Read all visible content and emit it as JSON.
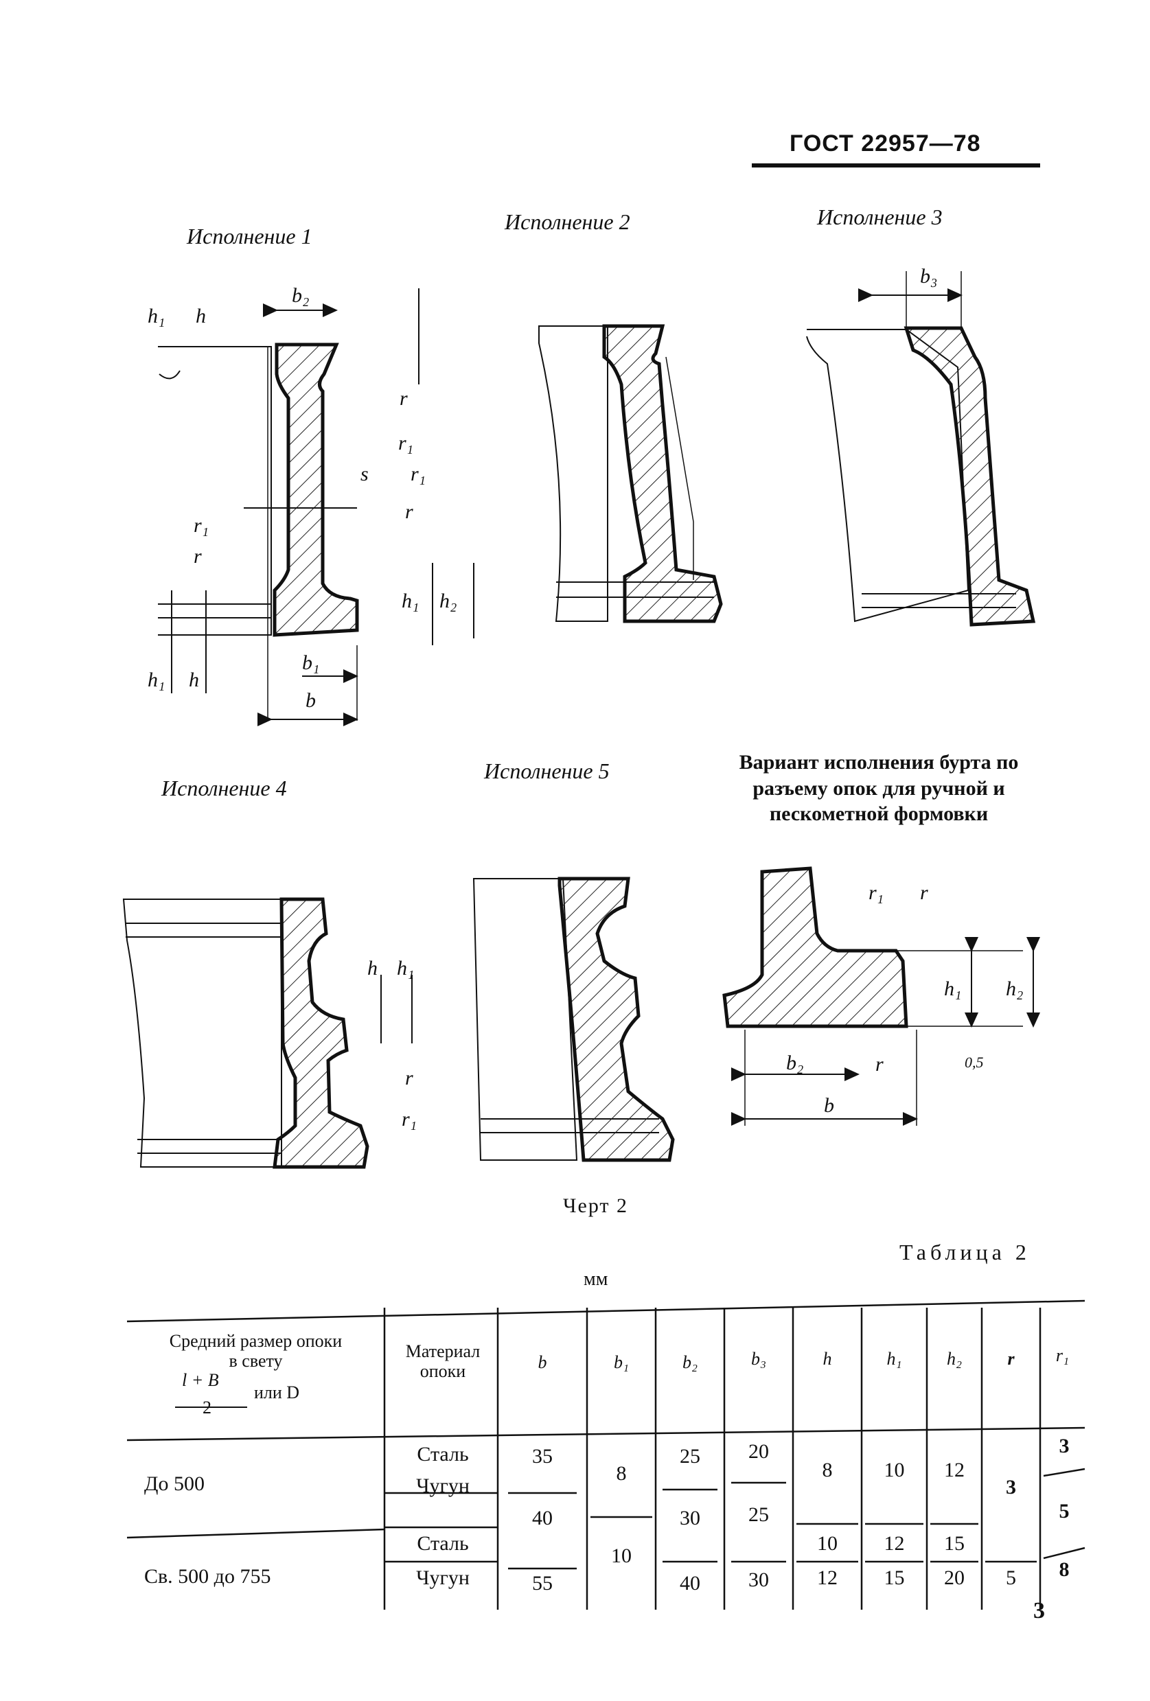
{
  "header": {
    "doc_number": "ГОСТ 22957—78"
  },
  "drawings": {
    "v1": {
      "caption": "Исполнение 1"
    },
    "v2": {
      "caption": "Исполнение 2"
    },
    "v3": {
      "caption": "Исполнение 3"
    },
    "v4": {
      "caption": "Исполнение 4"
    },
    "v5": {
      "caption": "Исполнение 5"
    },
    "variant": {
      "caption_lines": [
        "Вариант исполнения бурта по",
        "разъему опок для ручной и",
        "пескометной формовки"
      ]
    },
    "dim_labels": {
      "b": "b",
      "b1": "b₁",
      "b2": "b₂",
      "b3": "b₃",
      "h": "h",
      "h1": "h₁",
      "h2": "h₂",
      "r": "r",
      "r1": "r₁",
      "s": "s",
      "gap": "0,5"
    }
  },
  "figure_label": "Черт 2",
  "table": {
    "title": "Таблица 2",
    "unit": "мм",
    "headers": {
      "size": [
        "Средний размер опоки",
        "в свету",
        "l + B",
        "2",
        "или D"
      ],
      "material": [
        "Материал",
        "опоки"
      ],
      "cols": [
        "b",
        "b₁",
        "b₂",
        "b₃",
        "h",
        "h₁",
        "h₂",
        "r",
        "r₁"
      ]
    },
    "groups": [
      {
        "size": "До 500",
        "rows": [
          {
            "material": "Сталь",
            "b": "35",
            "b2": "25",
            "b3": "20",
            "h1": "10",
            "h2": "12"
          },
          {
            "material": "Чугун",
            "b": "40",
            "b2": "30",
            "b3": "25",
            "h1": "12",
            "h2": "15"
          }
        ],
        "b1": "8",
        "h": "8",
        "r": "3",
        "r1_a": "3",
        "r1_b": "5"
      },
      {
        "size": "Св. 500 до 755",
        "rows": [
          {
            "material": "Сталь",
            "h": "10"
          },
          {
            "material": "Чугун",
            "b": "55",
            "b2": "40",
            "b3": "30",
            "h": "12",
            "h1": "15",
            "h2": "20"
          }
        ],
        "b1": "10",
        "r": "5",
        "r1": "8"
      }
    ]
  },
  "page_number": "3"
}
